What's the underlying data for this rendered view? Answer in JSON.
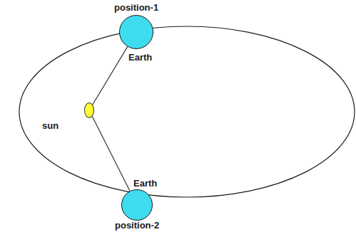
{
  "diagram": {
    "nodes": [
      {
        "text": [
          "position-1",
          "Earth"
        ]
      },
      {
        "text": [
          "sun"
        ]
      },
      {
        "text": [
          "Earth",
          "position-2"
        ]
      }
    ],
    "edges": [
      {
        "from": 1,
        "to": 0,
        "arrow": "none"
      },
      {
        "from": 1,
        "to": 2,
        "arrow": "none"
      }
    ]
  }
}
